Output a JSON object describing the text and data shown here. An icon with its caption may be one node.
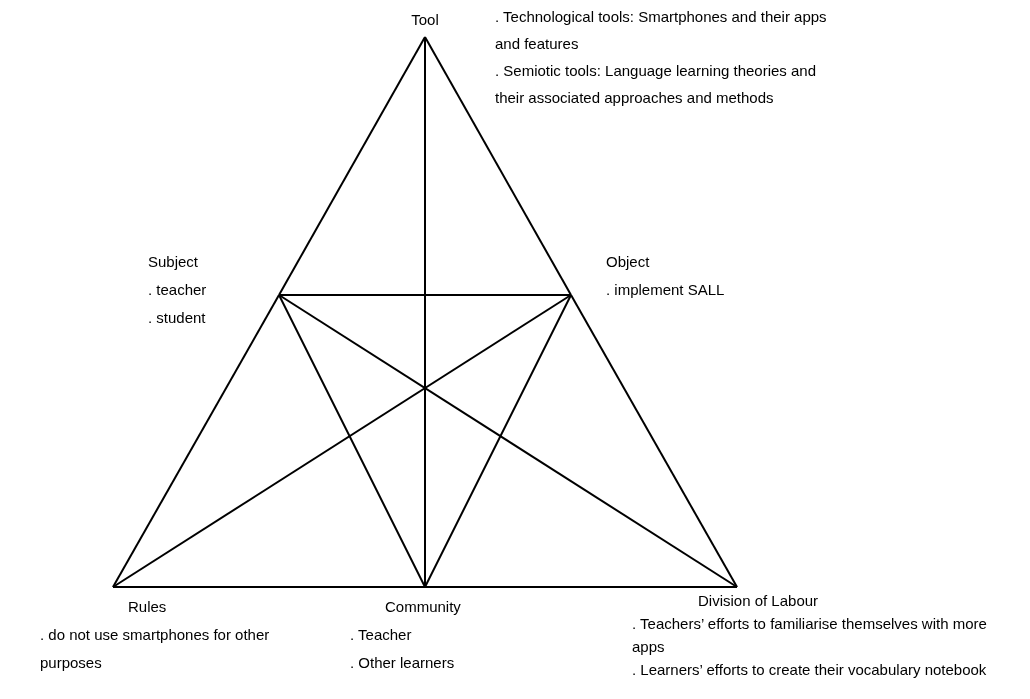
{
  "diagram": {
    "nodes": [
      {
        "text": [
          "Tool"
        ],
        "beside": [
          ". Technological tools: Smartphones and their apps and features",
          ". Semiotic tools: Language learning theories and their associated approaches and methods"
        ]
      },
      {
        "text": [
          "Subject",
          ". teacher",
          ". student"
        ]
      },
      {
        "text": [
          "Object",
          ". implement SALL"
        ]
      },
      {
        "text": [
          "Rules",
          ". do not use smartphones for other purposes"
        ]
      },
      {
        "text": [
          "Community",
          ". Teacher",
          ". Other learners"
        ]
      },
      {
        "text": [
          "Division of Labour",
          ". Teachers’ efforts to familiarise themselves with more apps",
          ". Learners’ efforts to create their vocabulary notebook"
        ]
      }
    ],
    "edges": [
      {
        "from": 0,
        "to": 1,
        "arrow": "none"
      },
      {
        "from": 1,
        "to": 3,
        "arrow": "none"
      },
      {
        "from": 0,
        "to": 2,
        "arrow": "none"
      },
      {
        "from": 2,
        "to": 5,
        "arrow": "none"
      },
      {
        "from": 3,
        "to": 4,
        "arrow": "none"
      },
      {
        "from": 4,
        "to": 5,
        "arrow": "none"
      },
      {
        "from": 1,
        "to": 2,
        "arrow": "none"
      },
      {
        "from": 0,
        "to": 4,
        "arrow": "none"
      },
      {
        "from": 1,
        "to": 4,
        "arrow": "none"
      },
      {
        "from": 2,
        "to": 4,
        "arrow": "none"
      },
      {
        "from": 1,
        "to": 5,
        "arrow": "none"
      },
      {
        "from": 2,
        "to": 3,
        "arrow": "none"
      }
    ]
  }
}
